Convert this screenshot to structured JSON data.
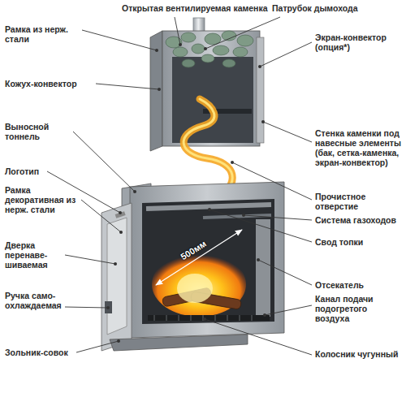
{
  "diagram": {
    "labels": [
      "Открытая вентилируемая каменка",
      "Патрубок дымохода",
      "Рамка из нерж. стали",
      "Экран-конвектор (опция*)",
      "Кожух-конвектор",
      "Выносной тоннель",
      "Стенка каменки под навесные элементы (бак, сетка-каменка, экран-конвектор)",
      "Логотип",
      "Прочистное отверстие",
      "Рамка декоративная из нерж. стали",
      "Система газоходов",
      "500мм",
      "Свод топки",
      "Дверка перенаве- шиваемая",
      "Отсекатель",
      "Ручка само- охлаждаемая",
      "Канал подачи подогретого воздуха",
      "Зольник-совок",
      "Колосник чугунный"
    ]
  }
}
